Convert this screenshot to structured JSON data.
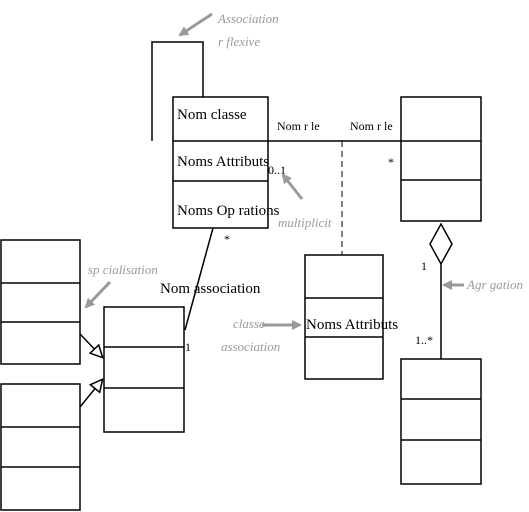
{
  "main_class": {
    "name": "Nom classe",
    "attributes": "Noms Attributs",
    "operations": "Noms Op rations"
  },
  "association_class": {
    "attributes": "Noms Attributs"
  },
  "roles": {
    "left": "Nom r le",
    "right": "Nom r le"
  },
  "multiplicities": {
    "zero_one": "0..1",
    "star_top_right": "*",
    "star_operations": "*",
    "one_association": "1",
    "one_aggregation": "1",
    "one_many": "1..*"
  },
  "labels": {
    "association_name": "Nom association"
  },
  "annotations": {
    "reflexive_line1": "Association",
    "reflexive_line2": "r flexive",
    "multiplicity": "multiplicit",
    "specialization": "sp cialisation",
    "association_class_line1": "classe",
    "association_class_line2": "association",
    "aggregation": "Agr gation"
  },
  "colors": {
    "annotation": "#9a9a9a",
    "line": "#000000"
  }
}
